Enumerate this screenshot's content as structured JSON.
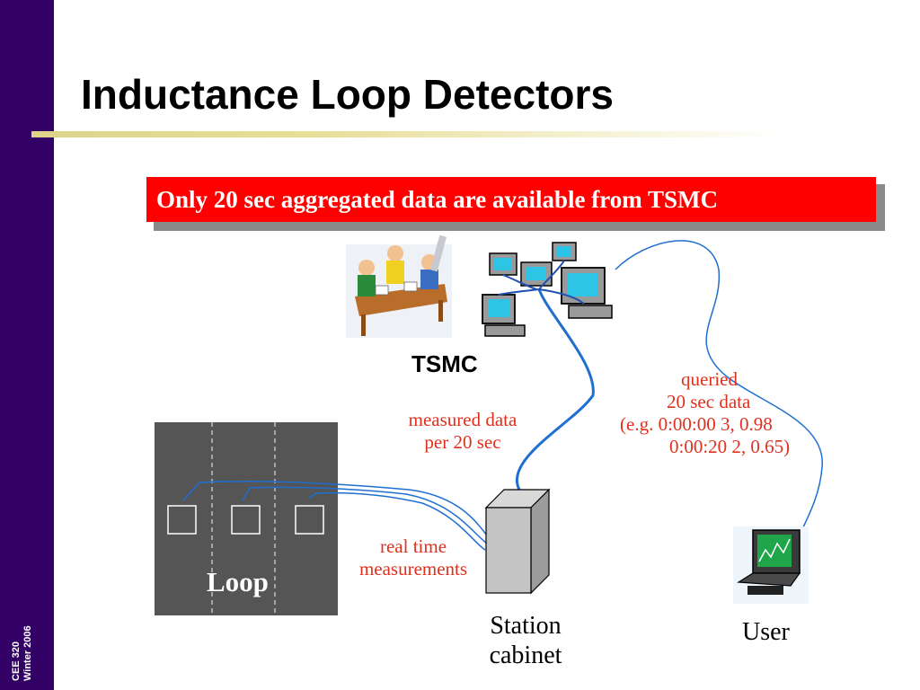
{
  "sidebar": {
    "course": "CEE 320",
    "term": "Winter 2006"
  },
  "slide": {
    "title": "Inductance Loop Detectors"
  },
  "banner": {
    "text": "Only 20 sec aggregated data are available from TSMC"
  },
  "labels": {
    "tsmc": "TSMC",
    "measured_line1": "measured data",
    "measured_line2": "per 20 sec",
    "queried_line1": "queried",
    "queried_line2": "20 sec data",
    "queried_line3": "(e.g. 0:00:00 3, 0.98",
    "queried_line4": "0:00:20 2, 0.65)",
    "realtime_line1": "real time",
    "realtime_line2": "measurements",
    "loop": "Loop",
    "station_line1": "Station",
    "station_line2": "cabinet",
    "user": "User"
  },
  "icons": {
    "tsmc_meeting": "people-meeting-clipart-icon",
    "computers": "networked-computers-icon",
    "station": "station-cabinet-icon",
    "user": "laptop-user-icon"
  },
  "colors": {
    "sidebar": "#330066",
    "banner_bg": "#ff0000",
    "banner_text": "#ffffff",
    "annotation": "#e0301e",
    "wire": "#1f6fd0",
    "road": "#555555"
  }
}
